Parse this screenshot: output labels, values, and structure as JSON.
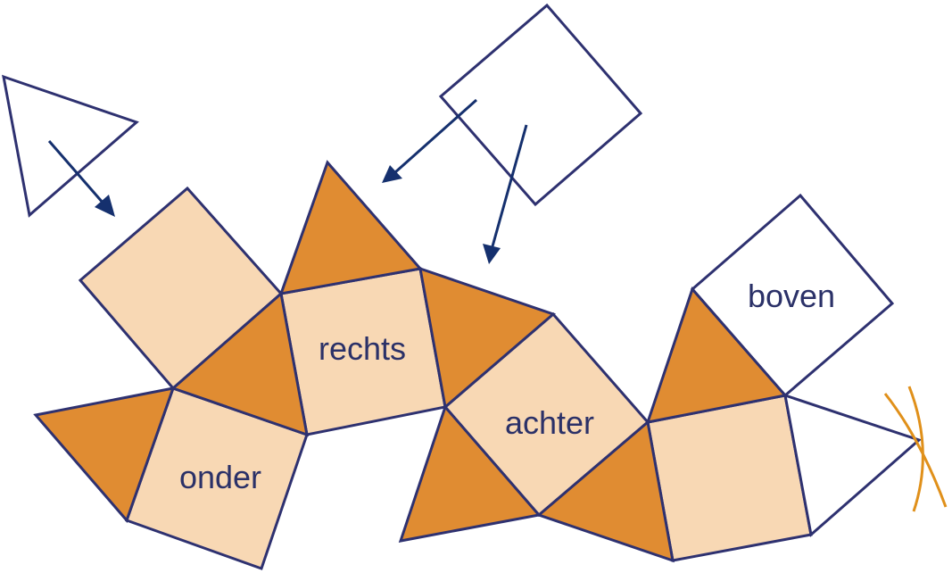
{
  "labels": {
    "onder": "onder",
    "rechts": "rechts",
    "achter": "achter",
    "boven": "boven"
  },
  "colors": {
    "edge": "#2e3170",
    "square_fill": "#f8d8b4",
    "triangle_fill": "#e08c32",
    "arrow": "#15306e",
    "label": "#2b3168",
    "arc": "#e0901a"
  }
}
